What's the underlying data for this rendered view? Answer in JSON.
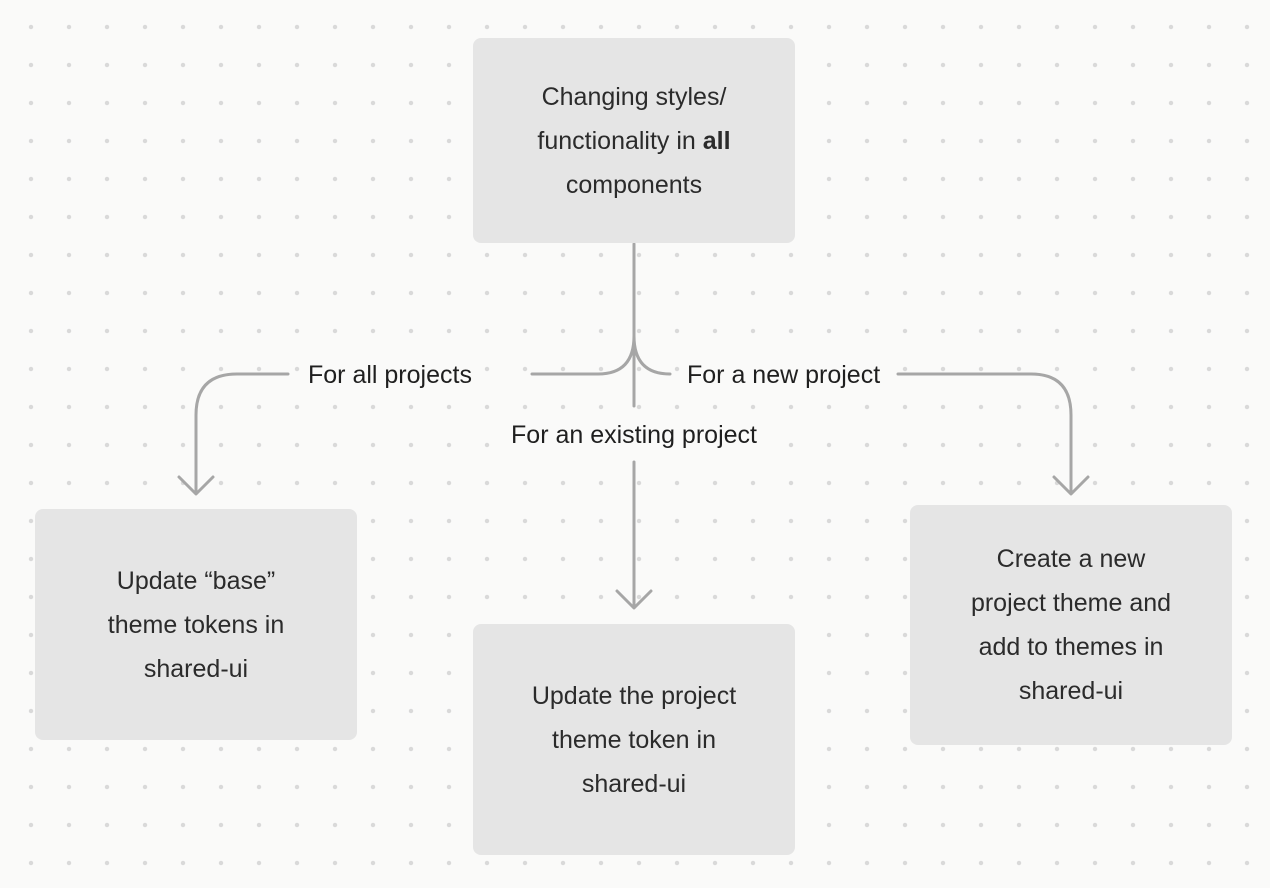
{
  "canvas": {
    "background": "#fafaf9",
    "dot_color": "#d9d9d9",
    "node_fill": "#e5e5e5",
    "text_color": "#2b2b2b",
    "line_color": "#a6a6a6"
  },
  "nodes": {
    "root": {
      "l1": "Changing styles/",
      "l2_prefix": "functionality in ",
      "l2_bold": "all",
      "l3": "components"
    },
    "all_projects": {
      "lines": [
        "Update “base”",
        "theme tokens in",
        "shared-ui"
      ]
    },
    "existing_project": {
      "lines": [
        "Update the project",
        "theme token in",
        "shared-ui"
      ]
    },
    "new_project": {
      "lines": [
        "Create a new",
        "project theme and",
        "add to themes in",
        "shared-ui"
      ]
    }
  },
  "branch_labels": {
    "all_projects": "For all projects",
    "existing_project": "For an existing project",
    "new_project": "For a new project"
  }
}
